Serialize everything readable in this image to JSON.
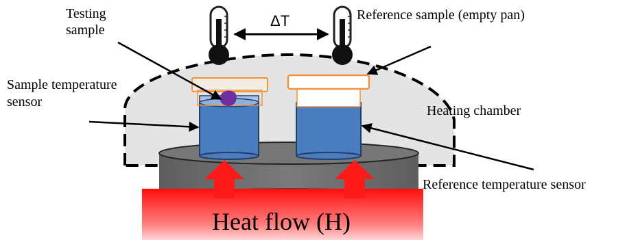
{
  "labels": {
    "testing_sample": [
      "Testing",
      "sample"
    ],
    "delta_t": "ΔT",
    "reference_sample": "Reference sample (empty pan)",
    "sample_sensor": [
      "Sample temperature",
      "sensor"
    ],
    "heating_chamber": "Heating chamber",
    "reference_sensor": "Reference temperature sensor",
    "heat_flow": "Heat flow (H)"
  },
  "colors": {
    "chamber_fill": "#e4e4e4",
    "stage_fill": "#6f6f6f",
    "pan_blue": "#4a7cc0",
    "pan_outline": "#233e66",
    "lid_outline": "#f2933a",
    "sample_purple": "#6f2fa0",
    "heat_red": "#ff1a1a"
  }
}
